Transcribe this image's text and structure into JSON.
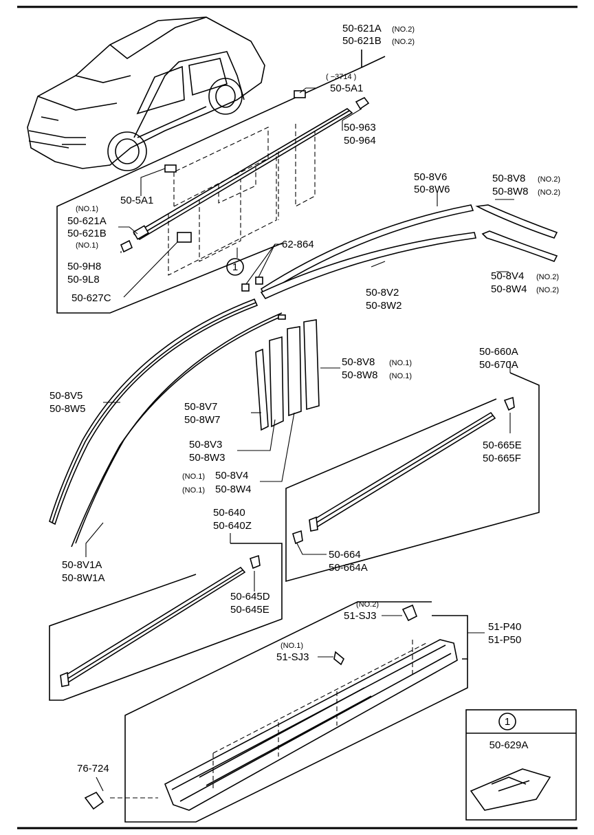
{
  "parts": {
    "p_621A_top": "50-621A",
    "p_621A_top_note": "(NO.2)",
    "p_621B_top": "50-621B",
    "p_621B_top_note": "(NO.2)",
    "p_5A1_note": "( −3714 )",
    "p_5A1_r": "50-5A1",
    "p_963": "50-963",
    "p_964": "50-964",
    "p_5A1_l": "50-5A1",
    "p_621A_l_note": "(NO.1)",
    "p_621A_l": "50-621A",
    "p_621B_l": "50-621B",
    "p_621B_l_note": "(NO.1)",
    "p_9H8": "50-9H8",
    "p_9L8": "50-9L8",
    "p_627C": "50-627C",
    "callout_1": "1",
    "p_62864": "62-864",
    "p_8V6": "50-8V6",
    "p_8W6": "50-8W6",
    "p_8V8_2": "50-8V8",
    "p_8V8_2_note": "(NO.2)",
    "p_8W8_2": "50-8W8",
    "p_8W8_2_note": "(NO.2)",
    "p_8V2": "50-8V2",
    "p_8W2": "50-8W2",
    "p_8V4_2": "50-8V4",
    "p_8V4_2_note": "(NO.2)",
    "p_8W4_2": "50-8W4",
    "p_8W4_2_note": "(NO.2)",
    "p_8V8_1": "50-8V8",
    "p_8V8_1_note": "(NO.1)",
    "p_8W8_1": "50-8W8",
    "p_8W8_1_note": "(NO.1)",
    "p_8V5": "50-8V5",
    "p_8W5": "50-8W5",
    "p_8V7": "50-8V7",
    "p_8W7": "50-8W7",
    "p_8V3": "50-8V3",
    "p_8W3": "50-8W3",
    "p_8V4_1_note": "(NO.1)",
    "p_8V4_1": "50-8V4",
    "p_8W4_1_note": "(NO.1)",
    "p_8W4_1": "50-8W4",
    "p_660A": "50-660A",
    "p_670A": "50-670A",
    "p_665E": "50-665E",
    "p_665F": "50-665F",
    "p_664": "50-664",
    "p_664A": "50-664A",
    "p_8V1A": "50-8V1A",
    "p_8W1A": "50-8W1A",
    "p_640": "50-640",
    "p_640Z": "50-640Z",
    "p_645D": "50-645D",
    "p_645E": "50-645E",
    "p_SJ3_2_note": "(NO.2)",
    "p_SJ3_2": "51-SJ3",
    "p_P40": "51-P40",
    "p_P50": "51-P50",
    "p_SJ3_1_note": "(NO.1)",
    "p_SJ3_1": "51-SJ3",
    "p_76724": "76-724",
    "inset_callout": "1",
    "p_629A": "50-629A"
  }
}
